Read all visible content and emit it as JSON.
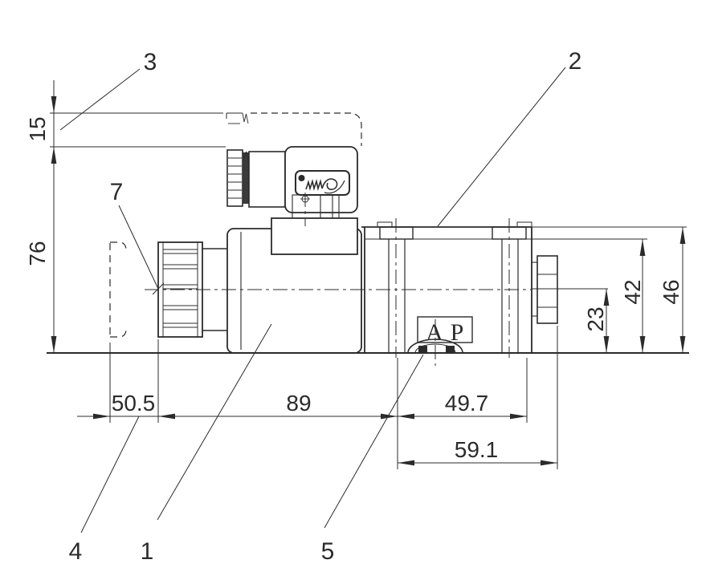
{
  "drawing": {
    "type": "dimensioned engineering drawing, solenoid-operated hydraulic valve, side view",
    "colors": {
      "line": "#2b2b2b",
      "background": "#ffffff",
      "fill_dark": "#3b3b3b"
    },
    "dimensions": {
      "connector_offset": "15",
      "overall_height": "76",
      "knob_length": "50.5",
      "coil_length": "89",
      "bolt_to_end": "49.7",
      "body_length": "59.1",
      "axis_height": "23",
      "plate_bottom_height": "42",
      "plate_top_height": "46"
    },
    "callouts": {
      "item1": "1",
      "item2": "2",
      "item3": "3",
      "item4": "4",
      "item5": "5",
      "item7": "7"
    },
    "ports": {
      "a": "A",
      "p": "P"
    }
  }
}
